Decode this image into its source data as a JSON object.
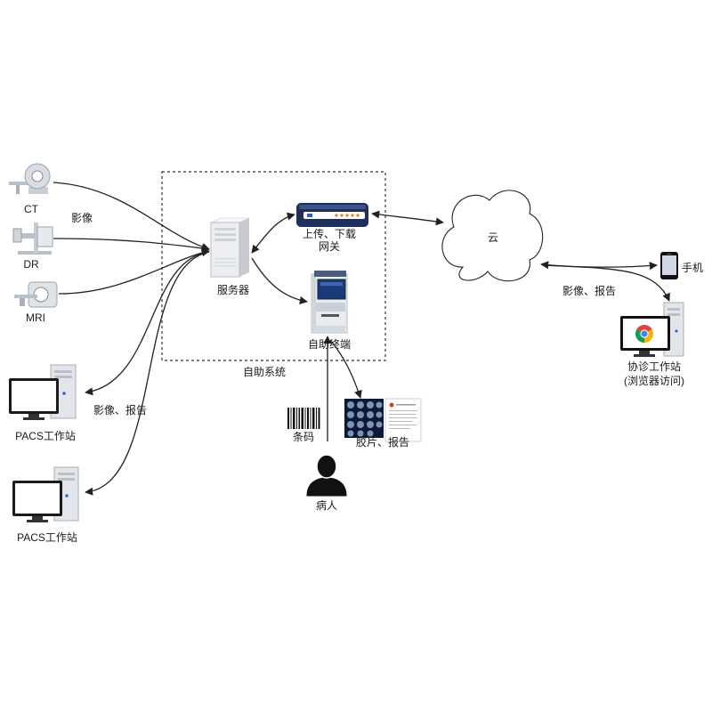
{
  "diagram": {
    "modalities": {
      "ct": {
        "label": "CT",
        "icon": "ct-scanner-icon"
      },
      "dr": {
        "label": "DR",
        "icon": "dr-xray-icon"
      },
      "mri": {
        "label": "MRI",
        "icon": "mri-scanner-icon"
      }
    },
    "self_service_system": {
      "label": "自助系统",
      "server": {
        "label": "服务器",
        "icon": "server-icon"
      },
      "gateway": {
        "label_line1": "上传、下载",
        "label_line2": "网关",
        "icon": "gateway-icon"
      },
      "kiosk": {
        "label": "自助终端",
        "icon": "kiosk-icon"
      }
    },
    "cloud": {
      "label": "云",
      "icon": "cloud-icon"
    },
    "remote_clients": {
      "phone": {
        "label": "手机",
        "icon": "smartphone-icon"
      },
      "consult_workstation": {
        "label_line1": "协诊工作站",
        "label_line2": "(浏览器访问)",
        "icon": "chrome-browser-icon"
      }
    },
    "pacs_workstations": [
      {
        "label": "PACS工作站",
        "icon": "desktop-computer-icon"
      },
      {
        "label": "PACS工作站",
        "icon": "desktop-computer-icon"
      }
    ],
    "patient_side": {
      "barcode": {
        "label": "条码",
        "icon": "barcode-icon"
      },
      "outputs": {
        "label": "胶片、报告",
        "icon": "film-report-icon"
      },
      "patient": {
        "label": "病人",
        "icon": "person-icon"
      }
    },
    "edge_labels": {
      "modalities_to_server": "影像",
      "server_to_pacs": "影像、报告",
      "cloud_to_clients": "影像、报告"
    }
  },
  "colors": {
    "gateway_body": "#1f2f5c",
    "kiosk_screen": "#1a3a78",
    "arrow": "#222222",
    "group_border": "#333333"
  }
}
